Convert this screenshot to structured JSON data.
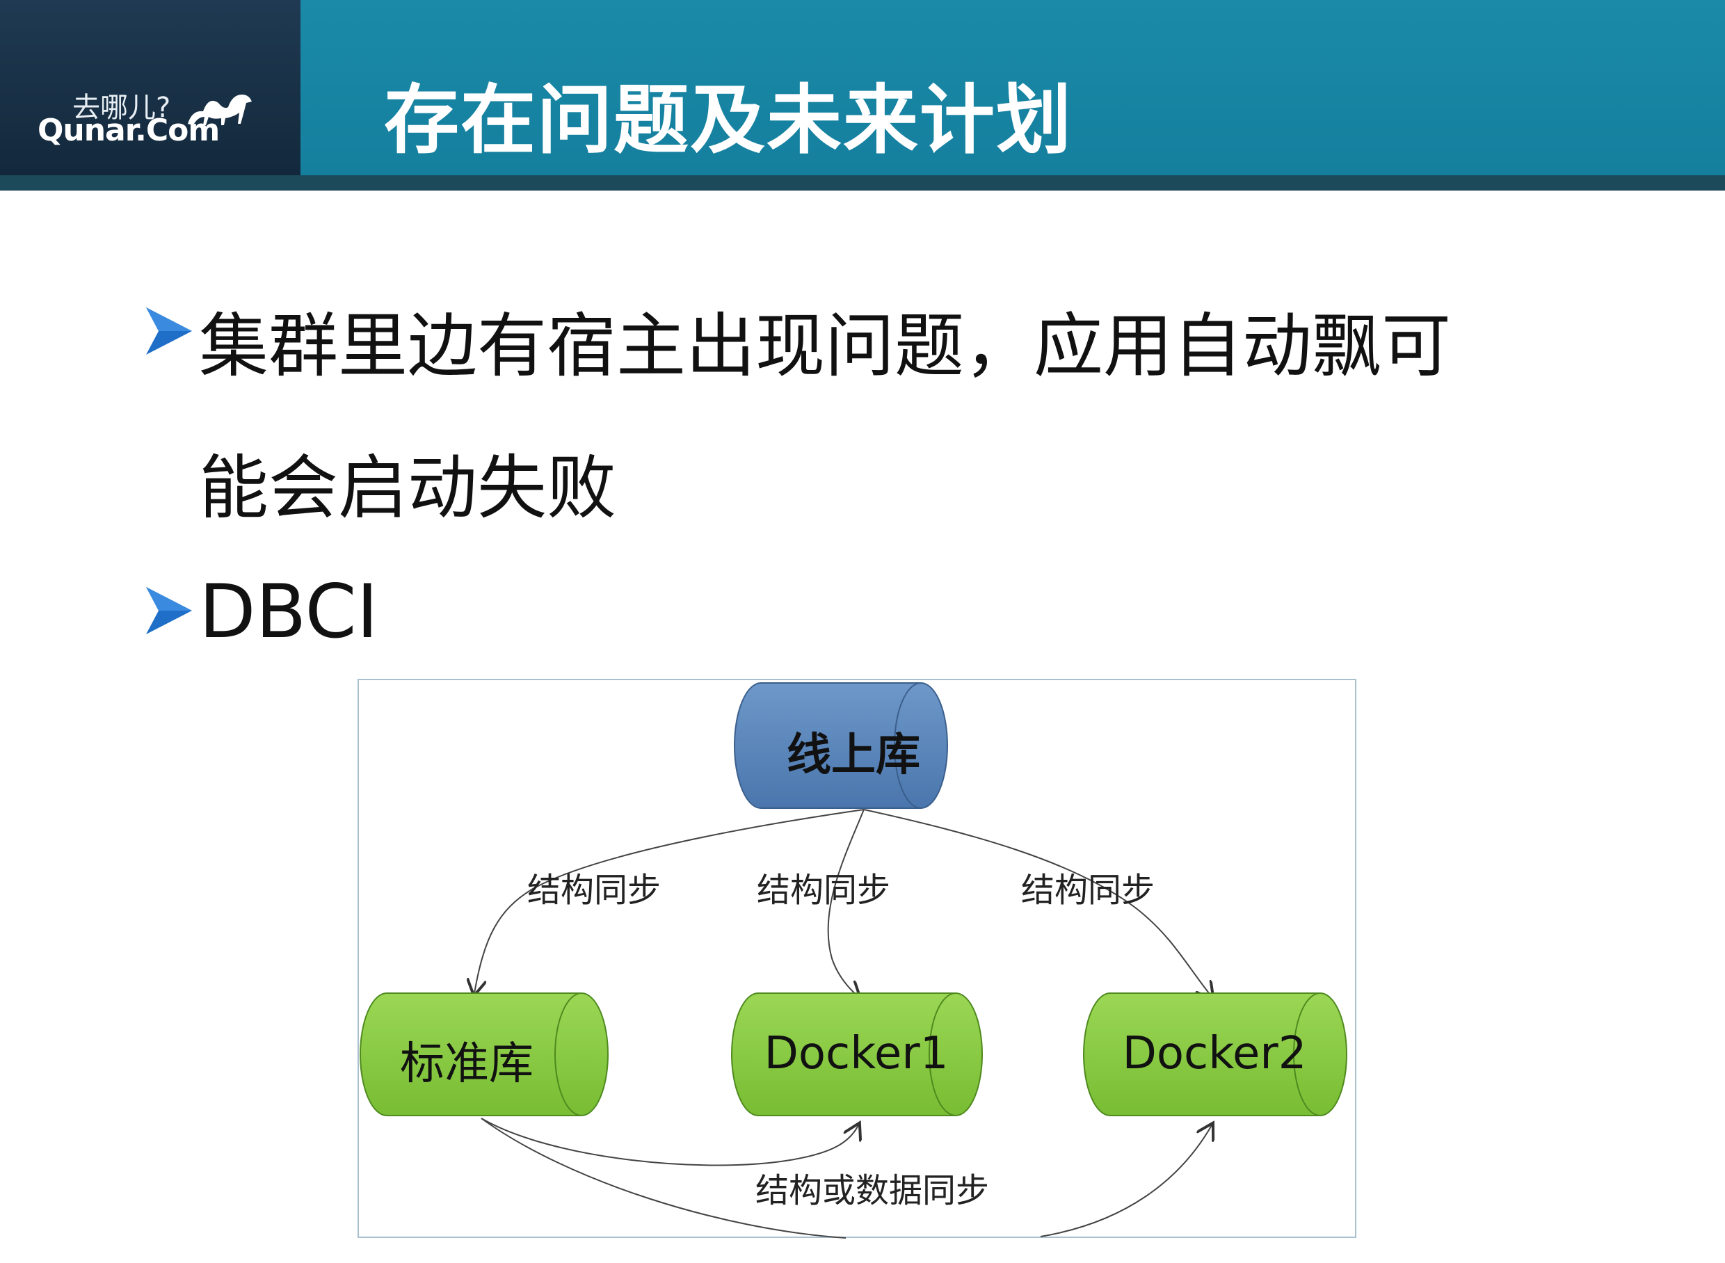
{
  "header": {
    "logo_cn": "去哪儿?",
    "logo_en": "Qunar.Com",
    "title": "存在问题及未来计划"
  },
  "bullets": [
    {
      "line1": "集群里边有宿主出现问题，应用自动飘可",
      "line2": "能会启动失败"
    },
    {
      "line1": "DBCI"
    }
  ],
  "diagram": {
    "nodes": {
      "online": "线上库",
      "standard": "标准库",
      "docker1": "Docker1",
      "docker2": "Docker2"
    },
    "edge_labels": {
      "sync1": "结构同步",
      "sync2": "结构同步",
      "sync3": "结构同步",
      "data_sync": "结构或数据同步"
    }
  },
  "colors": {
    "header": "#1a8aa8",
    "logo_box": "#1b3349",
    "online_node": "#5b87bd",
    "green_node": "#86c93f",
    "bullet_arrow": "#1f6fc8"
  }
}
